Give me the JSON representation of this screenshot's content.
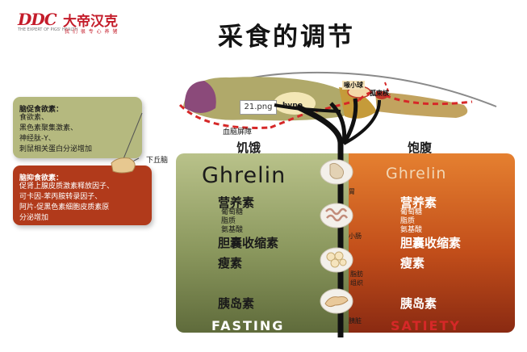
{
  "logo": {
    "mark": "DDC",
    "name": "大帝汉克",
    "tagline": "THE EXPERT OF PIGS' HEALTH",
    "tagline_cn": "我 们 很 专 心 养 猪"
  },
  "title": "采食的调节",
  "orexigenic": {
    "title": "脑促食欲素：",
    "lines": "食欲素、\n黑色素聚集激素、\n神经肽-Y、\n刺鼠相关蛋白分泌增加"
  },
  "anorexigenic": {
    "title": "脑抑食欲素：",
    "lines": "促肾上腺皮质激素释放因子、\n可卡因-苯丙胺转录因子、\n阿片-促黑色素细胞皮质素原\n分泌增加"
  },
  "brain": {
    "bbb": "血脑屏障",
    "hypothalamus": "下丘脑",
    "cerebellum": "喙小球",
    "medulla": "孤束核",
    "hypo": "hypo"
  },
  "tooltip": "21.png",
  "fasting": {
    "heading": "饥饿",
    "ghrelin": "Ghrelin",
    "nutrients_title": "营养素",
    "nutrients": "葡萄糖\n脂质\n氨基酸",
    "cck": "胆囊收缩素",
    "leptin": "瘦素",
    "insulin": "胰岛素",
    "footer": "FASTING"
  },
  "satiety": {
    "heading": "饱腹",
    "ghrelin": "Ghrelin",
    "nutrients_title": "营养素",
    "nutrients": "葡萄糖\n脂质\n氨基酸",
    "cck": "胆囊收缩素",
    "leptin": "瘦素",
    "insulin": "胰岛素",
    "footer": "SATIETY"
  },
  "organs": {
    "stomach": "胃",
    "intestine": "小肠",
    "adipose": "脂肪\n组织",
    "pancreas": "胰脏"
  },
  "colors": {
    "brand_red": "#c41c2a",
    "fasting_green": "#8a975d",
    "satiety_orange": "#c24e1a",
    "dashed_red": "#d62828"
  }
}
